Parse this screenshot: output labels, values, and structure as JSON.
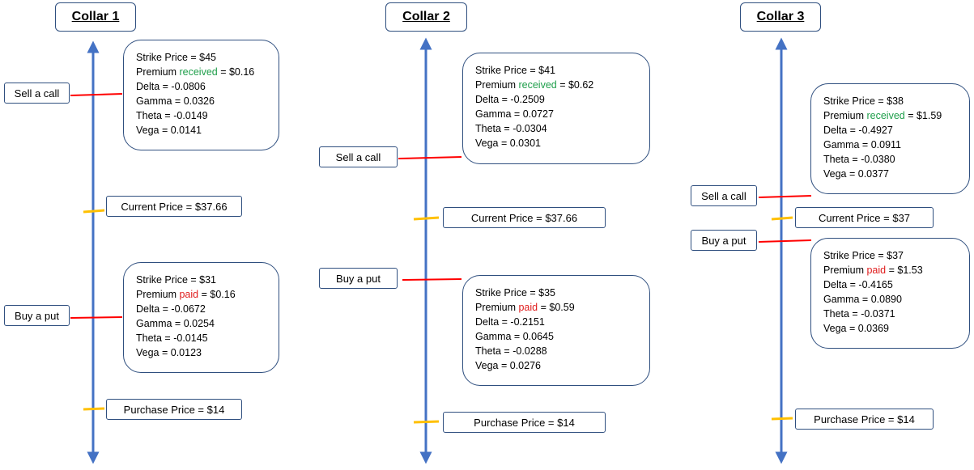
{
  "colors": {
    "axis": "#4472c4",
    "option_tick": "#ff0000",
    "price_tick": "#ffc000",
    "received": "#1e9e4a",
    "paid": "#e01c1c"
  },
  "collars": [
    {
      "title": "Collar 1",
      "call": {
        "action_label": "Sell a call",
        "strike": "Strike Price = $45",
        "premium_prefix": "Premium ",
        "premium_word": "received",
        "premium_suffix": " = $0.16",
        "delta": "Delta = -0.0806",
        "gamma": "Gamma = 0.0326",
        "theta": "Theta = -0.0149",
        "vega": "Vega = 0.0141"
      },
      "current_price": "Current Price = $37.66",
      "put": {
        "action_label": "Buy a put",
        "strike": "Strike Price = $31",
        "premium_prefix": "Premium ",
        "premium_word": "paid",
        "premium_suffix": " = $0.16",
        "delta": "Delta = -0.0672",
        "gamma": "Gamma = 0.0254",
        "theta": "Theta = -0.0145",
        "vega": "Vega = 0.0123"
      },
      "purchase_price": "Purchase Price = $14"
    },
    {
      "title": "Collar 2",
      "call": {
        "action_label": "Sell a call",
        "strike": "Strike Price = $41",
        "premium_prefix": "Premium ",
        "premium_word": "received",
        "premium_suffix": " = $0.62",
        "delta": "Delta = -0.2509",
        "gamma": "Gamma = 0.0727",
        "theta": "Theta = -0.0304",
        "vega": "Vega = 0.0301"
      },
      "current_price": "Current Price = $37.66",
      "put": {
        "action_label": "Buy a put",
        "strike": "Strike Price = $35",
        "premium_prefix": "Premium ",
        "premium_word": "paid",
        "premium_suffix": " = $0.59",
        "delta": "Delta = -0.2151",
        "gamma": "Gamma = 0.0645",
        "theta": "Theta = -0.0288",
        "vega": "Vega = 0.0276"
      },
      "purchase_price": "Purchase Price = $14"
    },
    {
      "title": "Collar 3",
      "call": {
        "action_label": "Sell a call",
        "strike": "Strike Price = $38",
        "premium_prefix": "Premium ",
        "premium_word": "received",
        "premium_suffix": " = $1.59",
        "delta": "Delta = -0.4927",
        "gamma": "Gamma = 0.0911",
        "theta": "Theta = -0.0380",
        "vega": "Vega = 0.0377"
      },
      "current_price": "Current Price = $37",
      "put": {
        "action_label": "Buy a put",
        "strike": "Strike Price = $37",
        "premium_prefix": "Premium ",
        "premium_word": "paid",
        "premium_suffix": " = $1.53",
        "delta": "Delta = -0.4165",
        "gamma": "Gamma = 0.0890",
        "theta": "Theta = -0.0371",
        "vega": "Vega = 0.0369"
      },
      "purchase_price": "Purchase Price = $14"
    }
  ]
}
